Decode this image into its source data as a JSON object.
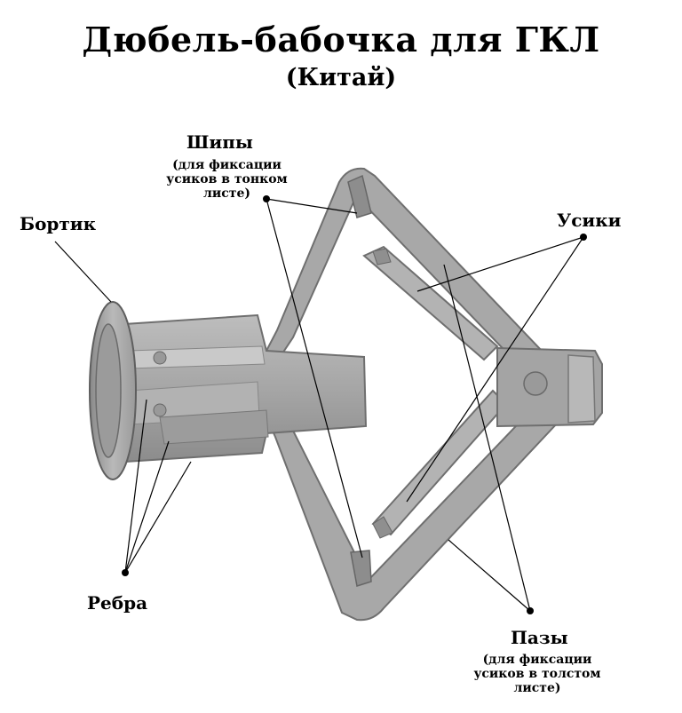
{
  "title": "Дюбель-бабочка для ГКЛ",
  "subtitle": "(Китай)",
  "labels": {
    "shipy": "Шипы",
    "shipy_note_1": "(для фиксации",
    "shipy_note_2": "усиков в тонком",
    "shipy_note_3": "листе)",
    "bortik": "Бортик",
    "usiki": "Усики",
    "rebra": "Ребра",
    "pazy": "Пазы",
    "pazy_note_1": "(для фиксации",
    "pazy_note_2": "усиков в толстом",
    "pazy_note_3": "листе)"
  },
  "colors": {
    "plastic": "#a9a9a9",
    "plastic_dark": "#6f6f6f",
    "plastic_light": "#cfcfcf",
    "leader": "#000000"
  }
}
